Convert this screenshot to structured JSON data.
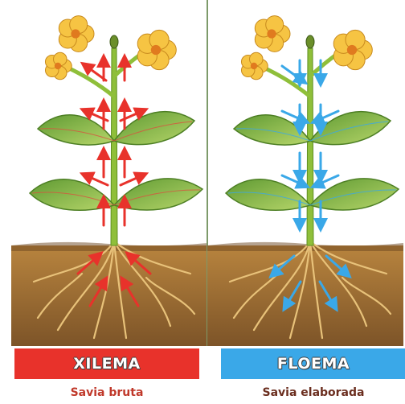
{
  "colors": {
    "xilema": "#e8322b",
    "floema": "#3aa8e8",
    "caption_left": "#c0392b",
    "caption_right": "#6b2e1f",
    "soil": "#9a6a32",
    "stem": "#8fbf3a",
    "leaf": "#7bb043",
    "flower": "#f6c443"
  },
  "panels": [
    {
      "banner": "XILEMA",
      "caption": "Savia bruta",
      "arrow_direction": "up",
      "arrow_color_key": "xilema"
    },
    {
      "banner": "FLOEMA",
      "caption": "Savia elaborada",
      "arrow_direction": "down",
      "arrow_color_key": "floema"
    }
  ],
  "icons": [
    "plant-illustration",
    "flower-icon",
    "root-system",
    "flow-arrow"
  ]
}
